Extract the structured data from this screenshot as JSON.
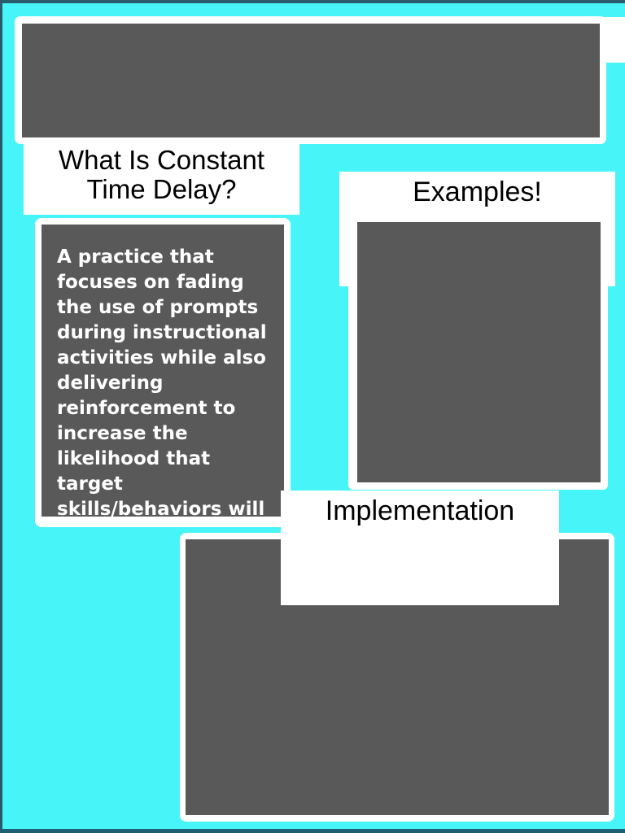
{
  "colors": {
    "background": "#47F5F9",
    "edge_border": "#2B5A6C",
    "placeholder_gray": "#595959",
    "panel_white": "#FFFFFF",
    "heading_text": "#000000",
    "body_text": "#FFFFFF"
  },
  "slide": {
    "what_is": {
      "title": "What Is Constant\nTime Delay?",
      "body": "A practice that\nfocuses on fading\nthe use of prompts\nduring instructional\nactivities while also\ndelivering\nreinforcement to\nincrease the\nlikelihood that\ntarget\nskills/behaviors will"
    },
    "examples": {
      "title": "Examples!"
    },
    "implementation": {
      "title": "Implementation"
    }
  }
}
